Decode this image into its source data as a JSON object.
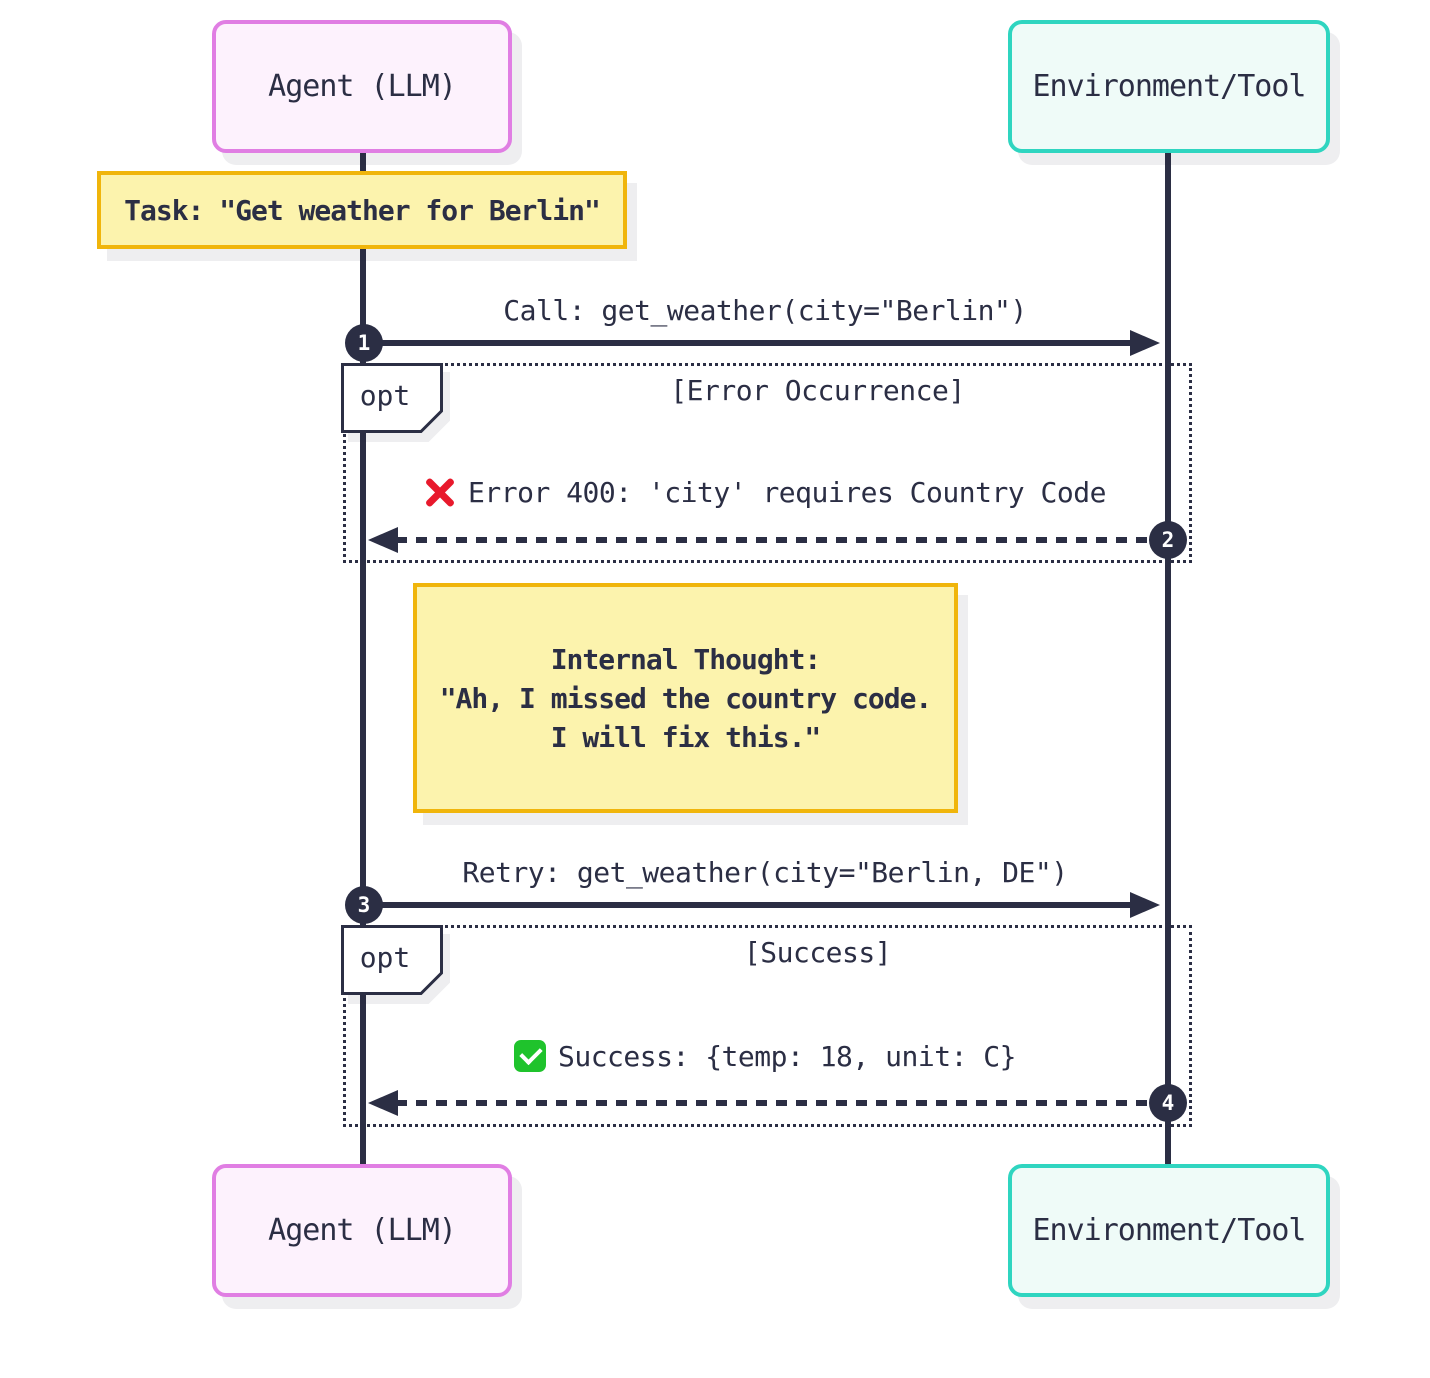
{
  "diagram": {
    "type": "sequence",
    "actors": {
      "agent": {
        "label": "Agent (LLM)"
      },
      "environment": {
        "label": "Environment/Tool"
      }
    },
    "notes": {
      "task": {
        "text": "Task: \"Get weather for Berlin\""
      },
      "thought": {
        "lines": [
          "Internal Thought:",
          "\"Ah, I missed the country code.",
          "I will fix this.\""
        ]
      }
    },
    "messages": {
      "call": {
        "seq": "1",
        "text": "Call: get_weather(city=\"Berlin\")",
        "style": "solid",
        "from": "agent",
        "to": "environment"
      },
      "error": {
        "seq": "2",
        "text": "Error 400: 'city' requires Country Code",
        "style": "dashed",
        "from": "environment",
        "to": "agent",
        "icon": "cross-mark"
      },
      "retry": {
        "seq": "3",
        "text": "Retry: get_weather(city=\"Berlin, DE\")",
        "style": "solid",
        "from": "agent",
        "to": "environment"
      },
      "success": {
        "seq": "4",
        "text": "Success: {temp: 18, unit: C}",
        "style": "dashed",
        "from": "environment",
        "to": "agent",
        "icon": "check-mark"
      }
    },
    "frames": {
      "error": {
        "keyword": "opt",
        "condition": "[Error Occurrence]"
      },
      "success": {
        "keyword": "opt",
        "condition": "[Success]"
      }
    },
    "colors": {
      "ink": "#2b2e44",
      "agent_fill": "#fdf2fd",
      "agent_border": "#e07ee3",
      "environment_fill": "#effbf8",
      "environment_border": "#2fd5c0",
      "note_fill": "#fcf3ad",
      "note_border": "#f0b50b",
      "error_red": "#e8192c",
      "success_green": "#1fc32c"
    }
  }
}
